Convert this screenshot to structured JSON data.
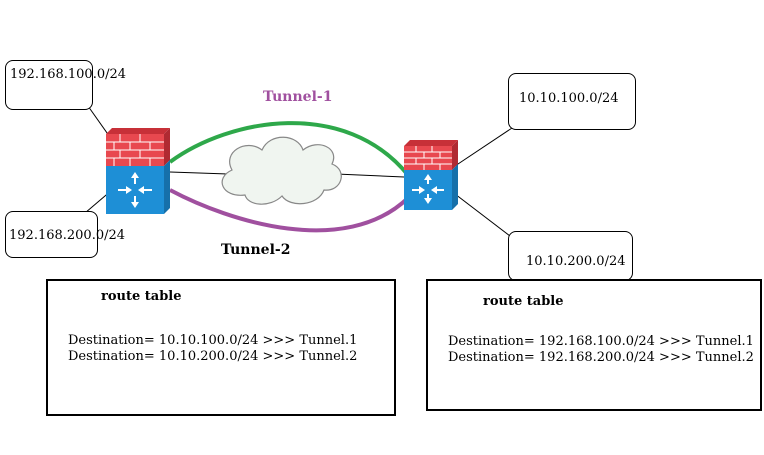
{
  "colors": {
    "tunnel_1": "#2ea84a",
    "tunnel_2": "#a0509f",
    "firewall_brick": "#e8484f",
    "router_body": "#1e8fd6",
    "cloud_fill": "#f0f5f0"
  },
  "icons": {
    "left_device": "firewall-router-icon",
    "right_device": "firewall-router-icon",
    "internet": "cloud-icon"
  },
  "subnets": {
    "left_top": "192.168.100.0/24",
    "left_bottom": "192.168.200.0/24",
    "right_top": "10.10.100.0/24",
    "right_bottom": "10.10.200.0/24"
  },
  "tunnels": {
    "tunnel_1_label": "Tunnel-1",
    "tunnel_2_label": "Tunnel-2"
  },
  "route_tables": {
    "left": {
      "title": "route table",
      "rows": [
        "Destination= 10.10.100.0/24 >>> Tunnel.1",
        "Destination= 10.10.200.0/24 >>> Tunnel.2"
      ]
    },
    "right": {
      "title": "route table",
      "rows": [
        "Destination= 192.168.100.0/24 >>> Tunnel.1",
        "Destination= 192.168.200.0/24 >>> Tunnel.2"
      ]
    }
  }
}
